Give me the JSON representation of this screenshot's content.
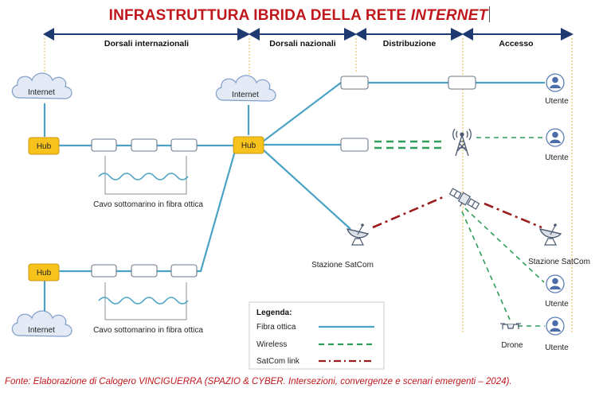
{
  "title": {
    "prefix": "INFRASTRUTTURA IBRIDA DELLA RETE ",
    "emphasis": "INTERNET"
  },
  "sections": [
    {
      "label": "Dorsali internazionali"
    },
    {
      "label": "Dorsali nazionali"
    },
    {
      "label": "Distribuzione"
    },
    {
      "label": "Accesso"
    }
  ],
  "nodes": {
    "internet_top_left": "Internet",
    "internet_center": "Internet",
    "internet_bottom_left": "Internet",
    "hub_top": "Hub",
    "hub_center": "Hub",
    "hub_bottom": "Hub",
    "cable_top": "Cavo sottomarino  in fibra ottica",
    "cable_bottom": "Cavo sottomarino  in fibra ottica",
    "satcom_station": "Stazione SatCom",
    "satcom_station_user": "Stazione SatCom",
    "drone": "Drone",
    "user_1": "Utente",
    "user_2": "Utente",
    "user_3": "Utente",
    "user_4": "Utente"
  },
  "legend": {
    "title": "Legenda:",
    "items": [
      {
        "label": "Fibra ottica",
        "style": "solid",
        "color": "#4aa3c5"
      },
      {
        "label": "Wireless",
        "style": "dashed",
        "color": "#2f9e5a"
      },
      {
        "label": "SatCom link",
        "style": "dashdot",
        "color": "#9b1c1c"
      }
    ]
  },
  "colors": {
    "title": "#c0171d",
    "fiber": "#4aa3c5",
    "wireless": "#2f9e5a",
    "satcom": "#9b1c1c",
    "hub_fill": "#f6c21b",
    "cloud_fill": "#e3eaf5",
    "arrow": "#1f3a70",
    "guide": "#e0b84a"
  },
  "footer": "Fonte: Elaborazione di Calogero VINCIGUERRA (SPAZIO & CYBER. Intersezioni, convergenze e scenari emergenti – 2024)."
}
